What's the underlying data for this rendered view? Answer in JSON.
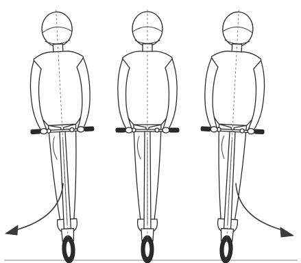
{
  "figure": {
    "riders": [
      {
        "id": "left",
        "lean": "left"
      },
      {
        "id": "center",
        "lean": "none"
      },
      {
        "id": "right",
        "lean": "right"
      }
    ],
    "arrows": [
      {
        "id": "turn-left",
        "direction": "left"
      },
      {
        "id": "turn-right",
        "direction": "right"
      }
    ],
    "colors": {
      "line": "#2a2a2a",
      "fill": "#ffffff",
      "tire": "#2b2b2b"
    }
  }
}
